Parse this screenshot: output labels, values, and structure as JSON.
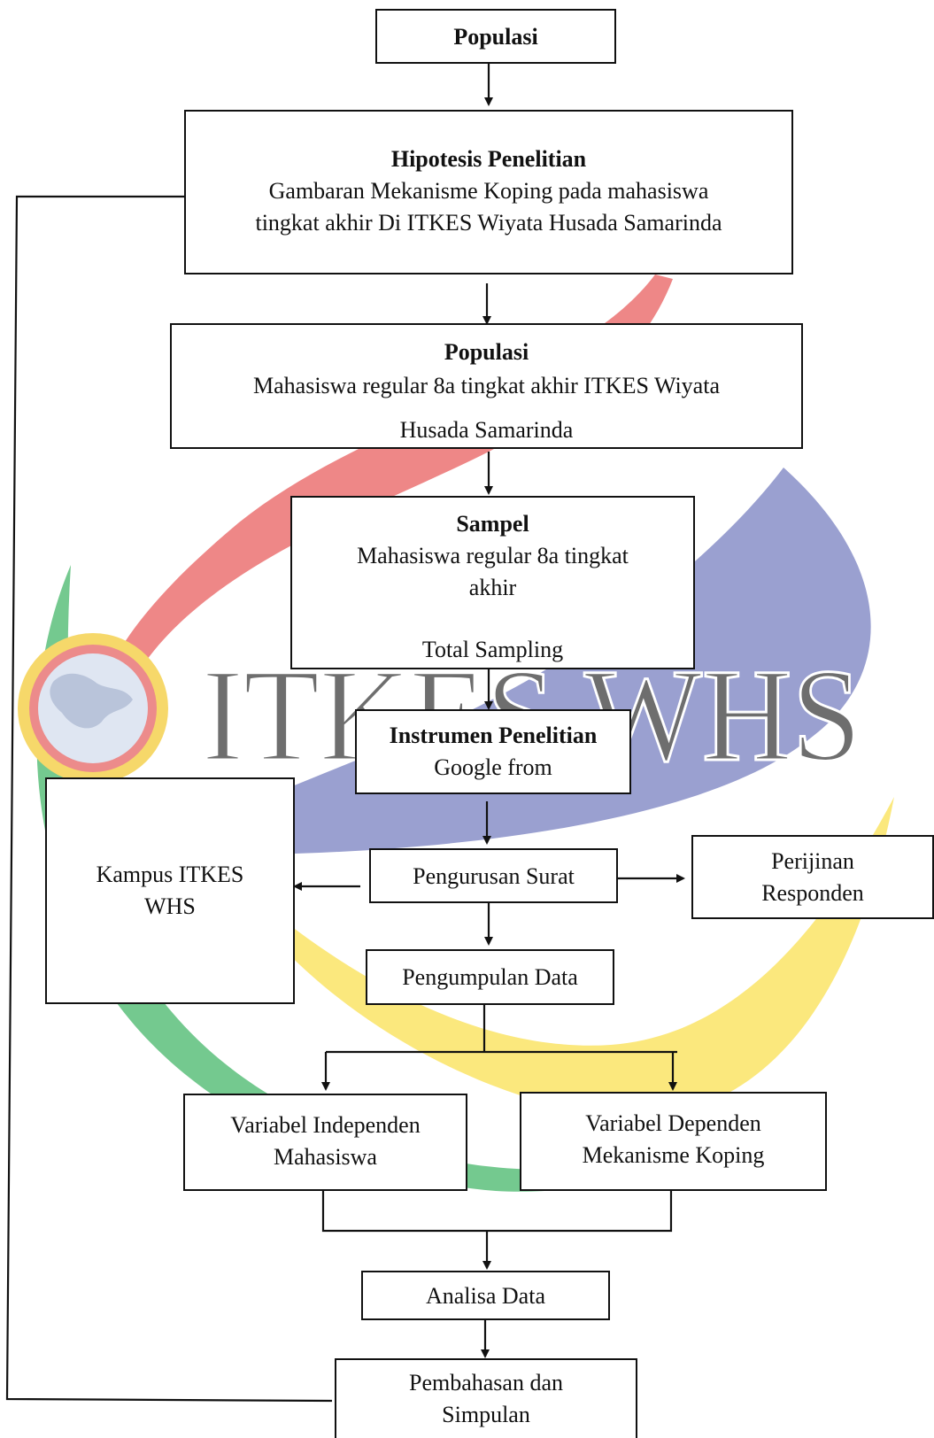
{
  "watermark": {
    "text": "ITKES WHS",
    "colors": [
      "#ee8787",
      "#9aa0d0",
      "#fbe87d",
      "#74c98f"
    ]
  },
  "boxes": {
    "populasi_top": {
      "title": "Populasi"
    },
    "hipotesis": {
      "title": "Hipotesis Penelitian",
      "line1": "Gambaran Mekanisme Koping pada mahasiswa",
      "line2": "tingkat akhir Di ITKES Wiyata Husada Samarinda"
    },
    "populasi": {
      "title": "Populasi",
      "line1": "Mahasiswa regular 8a tingkat akhir  ITKES Wiyata",
      "line2": "Husada Samarinda"
    },
    "sampel": {
      "title": "Sampel",
      "line1": "Mahasiswa regular 8a tingkat",
      "line2": "akhir",
      "line3": "Total Sampling"
    },
    "instrumen": {
      "title": "Instrumen Penelitian",
      "line1": "Google from"
    },
    "kampus": {
      "line1": "Kampus ITKES",
      "line2": "WHS"
    },
    "pengurusan": {
      "line1": "Pengurusan Surat"
    },
    "perijinan": {
      "line1": "Perijinan",
      "line2": "Responden"
    },
    "pengumpulan": {
      "line1": "Pengumpulan Data"
    },
    "var_independen": {
      "line1": "Variabel Independen",
      "line2": "Mahasiswa"
    },
    "var_dependen": {
      "line1": "Variabel Dependen",
      "line2": "Mekanisme Koping"
    },
    "analisa": {
      "line1": "Analisa  Data"
    },
    "pembahasan": {
      "line1": "Pembahasan dan",
      "line2": "Simpulan"
    }
  }
}
